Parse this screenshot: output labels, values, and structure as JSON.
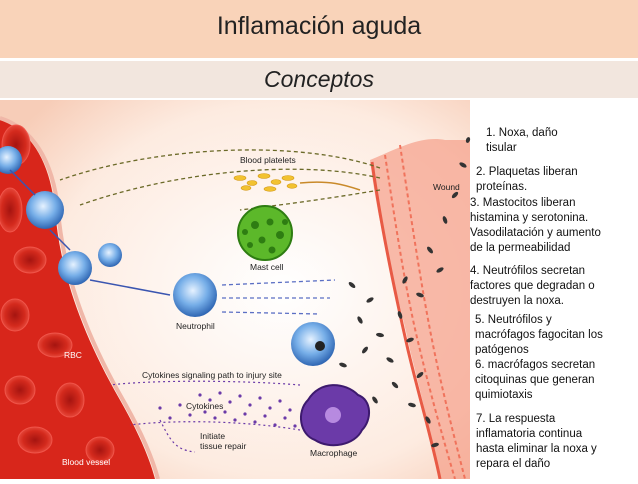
{
  "header": {
    "title": "Inflamación aguda",
    "subtitle": "Conceptos"
  },
  "figure": {
    "labels": {
      "blood_platelets": "Blood platelets",
      "wound": "Wound",
      "mast_cell": "Mast cell",
      "neutrophil": "Neutrophil",
      "rbc": "RBC",
      "cytokines_path": "Cytokines signaling path to injury site",
      "cytokines": "Cytokines",
      "initiate": "Initiate",
      "tissue_repair": "tissue repair",
      "macrophage": "Macrophage",
      "blood_vessel": "Blood vessel"
    }
  },
  "steps": [
    {
      "line1": "1. Noxa, daño",
      "line2": "tisular"
    },
    {
      "line1": "2. Plaquetas liberan",
      "line2": "proteínas."
    },
    {
      "line1": "3. Mastocitos liberan",
      "line2": "histamina y serotonina.",
      "line3": "Vasodilatación y aumento",
      "line4": "de la permeabilidad"
    },
    {
      "line1": "4. Neutrófilos secretan",
      "line2": "factores que degradan o",
      "line3": "destruyen la noxa."
    },
    {
      "line1": "5. Neutrófilos y",
      "line2": "macrófagos fagocitan los",
      "line3": "patógenos"
    },
    {
      "line1": "6. macrófagos secretan",
      "line2": "citoquinas que generan",
      "line3": "quimiotaxis"
    },
    {
      "line1": "7. La respuesta",
      "line2": "inflamatoria continua",
      "line3": "hasta eliminar la noxa y",
      "line4": "repara el daño"
    }
  ],
  "colors": {
    "title_bar": "#f9d3b9",
    "subtitle_bar": "#f2e6de",
    "vessel": "#d8261b",
    "tissue": "#fbe3d3",
    "wound_tissue": "#f07a62",
    "mast_cell": "#5cb82a",
    "neutrophil": "#4f8fd6",
    "macrophage": "#6b3aa8"
  }
}
